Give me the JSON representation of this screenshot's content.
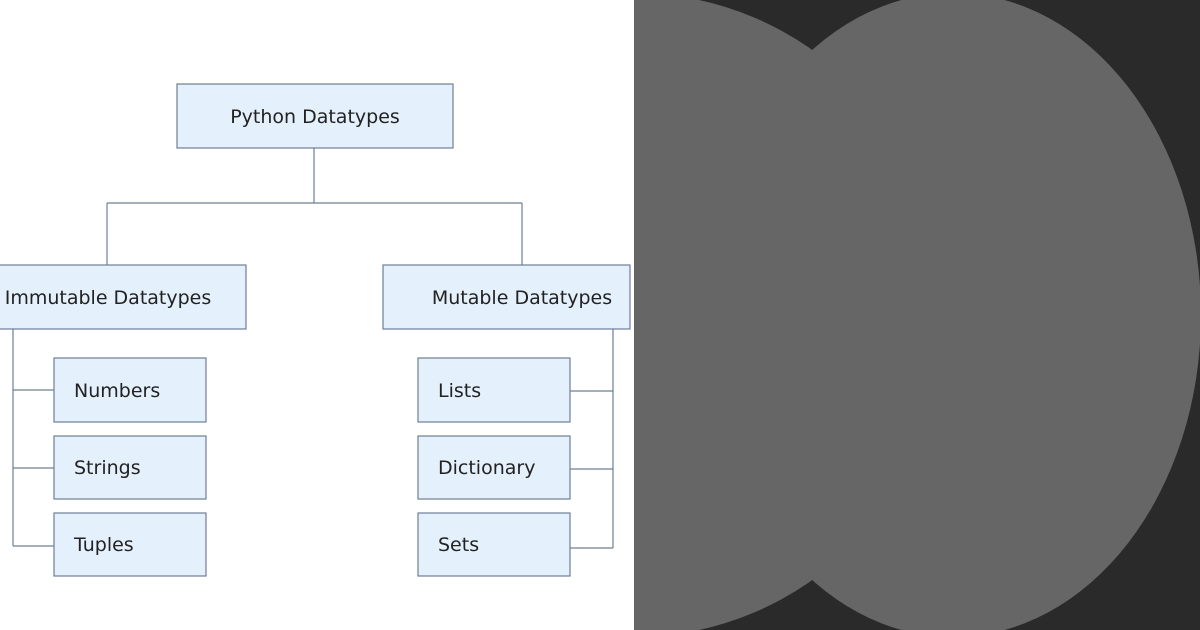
{
  "diagram": {
    "root": {
      "label": "Python Datatypes"
    },
    "branches": [
      {
        "label": "Immutable Datatypes",
        "children": [
          "Numbers",
          "Strings",
          "Tuples"
        ]
      },
      {
        "label": "Mutable Datatypes",
        "children": [
          "Lists",
          "Dictionary",
          "Sets"
        ]
      }
    ]
  },
  "colors": {
    "box_fill": "#e4f1fc",
    "box_border": "#6d7f95",
    "decor_background": "#2a2a2a",
    "decor_circle": "#666666",
    "divider": "#ffffff"
  }
}
